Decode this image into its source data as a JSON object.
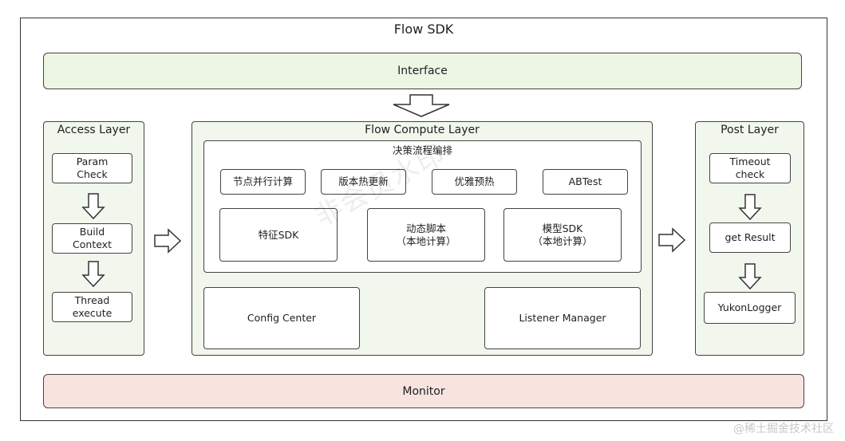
{
  "diagram": {
    "title": "Flow SDK",
    "interface_label": "Interface",
    "monitor_label": "Monitor",
    "access_layer": {
      "title": "Access Layer",
      "steps": [
        "Param\nCheck",
        "Build\nContext",
        "Thread\nexecute"
      ]
    },
    "compute_layer": {
      "title": "Flow Compute Layer",
      "orchestration": {
        "title": "决策流程编排",
        "features": [
          "节点并行计算",
          "版本热更新",
          "优雅预热",
          "ABTest"
        ],
        "modules": [
          "特征SDK",
          "动态脚本\n（本地计算）",
          "模型SDK\n（本地计算）"
        ]
      },
      "config_center": "Config Center",
      "listener_manager": "Listener Manager"
    },
    "post_layer": {
      "title": "Post Layer",
      "steps": [
        "Timeout\ncheck",
        "get Result",
        "YukonLogger"
      ]
    },
    "watermark": "非会员水印",
    "credit": "@稀土掘金技术社区"
  }
}
